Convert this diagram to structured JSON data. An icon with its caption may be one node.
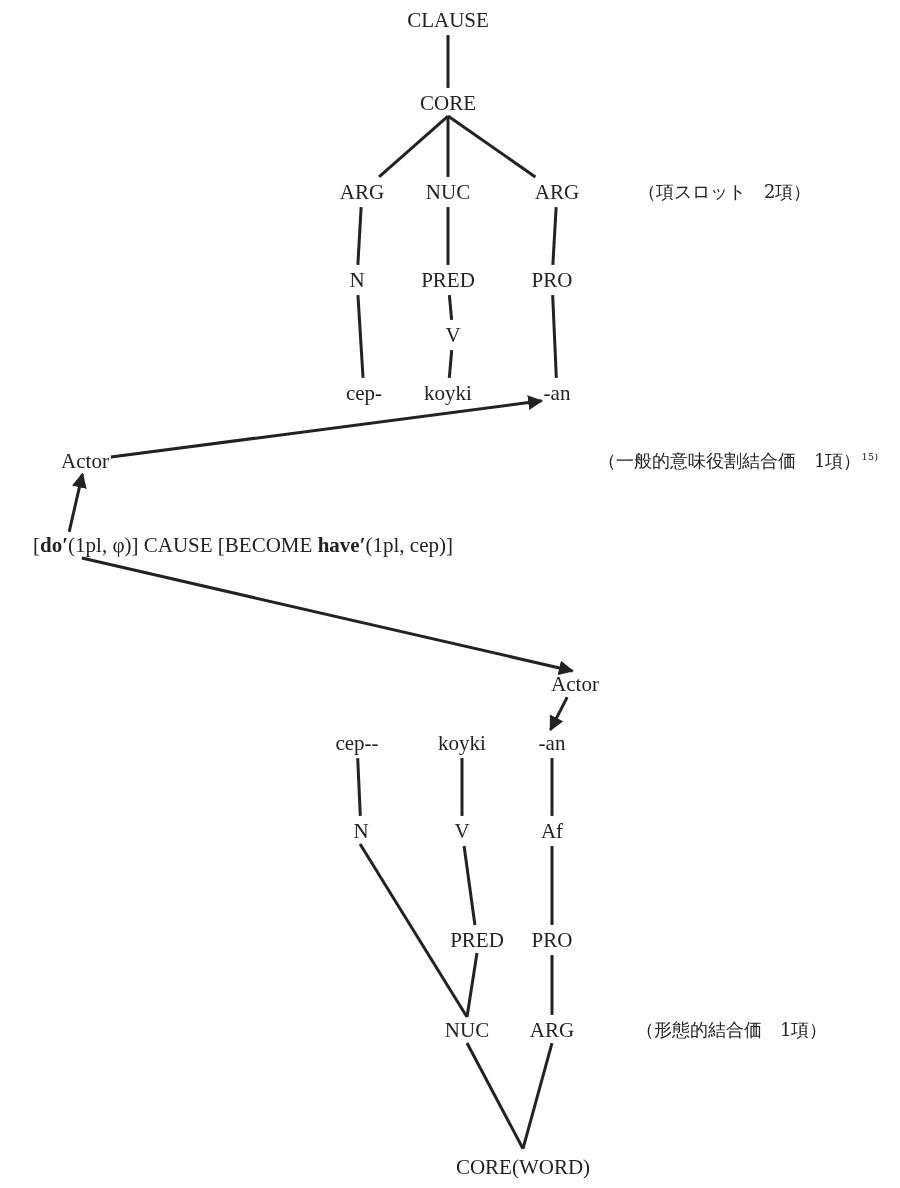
{
  "diagram": {
    "nodes": [
      {
        "text": [
          "CLAUSE"
        ]
      },
      {
        "text": [
          "CORE"
        ]
      },
      {
        "text": [
          "ARG"
        ]
      },
      {
        "text": [
          "NUC"
        ]
      },
      {
        "text": [
          "ARG"
        ]
      },
      {
        "text": [
          "N"
        ]
      },
      {
        "text": [
          "PRED"
        ]
      },
      {
        "text": [
          "PRO"
        ]
      },
      {
        "text": [
          "V"
        ]
      },
      {
        "text": [
          "cep-"
        ]
      },
      {
        "text": [
          "koyki"
        ]
      },
      {
        "text": [
          "-an"
        ]
      },
      {
        "text": [
          "Actor"
        ]
      },
      {
        "text": [
          "[**do′**(1pl, φ)] CAUSE [BECOME **have′**(1pl, cep)]"
        ]
      },
      {
        "text": [
          "Actor"
        ]
      },
      {
        "text": [
          "cep--"
        ]
      },
      {
        "text": [
          "koyki"
        ]
      },
      {
        "text": [
          "-an"
        ]
      },
      {
        "text": [
          "N"
        ]
      },
      {
        "text": [
          "V"
        ]
      },
      {
        "text": [
          "Af"
        ]
      },
      {
        "text": [
          "PRED"
        ]
      },
      {
        "text": [
          "PRO"
        ]
      },
      {
        "text": [
          "NUC"
        ]
      },
      {
        "text": [
          "ARG"
        ]
      },
      {
        "text": [
          "CORE(WORD)"
        ]
      }
    ],
    "edges": [
      {
        "from": 0,
        "to": 1,
        "arrow": "none"
      },
      {
        "from": 1,
        "to": 2,
        "arrow": "none"
      },
      {
        "from": 1,
        "to": 3,
        "arrow": "none"
      },
      {
        "from": 1,
        "to": 4,
        "arrow": "none"
      },
      {
        "from": 2,
        "to": 5,
        "arrow": "none"
      },
      {
        "from": 3,
        "to": 6,
        "arrow": "none"
      },
      {
        "from": 4,
        "to": 7,
        "arrow": "none"
      },
      {
        "from": 5,
        "to": 9,
        "arrow": "none"
      },
      {
        "from": 6,
        "to": 8,
        "arrow": "none"
      },
      {
        "from": 8,
        "to": 10,
        "arrow": "none"
      },
      {
        "from": 7,
        "to": 11,
        "arrow": "none"
      },
      {
        "from": 12,
        "to": 11,
        "arrow": "to"
      },
      {
        "from": 13,
        "to": 12,
        "arrow": "to"
      },
      {
        "from": 13,
        "to": 14,
        "arrow": "to"
      },
      {
        "from": 14,
        "to": 17,
        "arrow": "to"
      },
      {
        "from": 15,
        "to": 18,
        "arrow": "none"
      },
      {
        "from": 16,
        "to": 19,
        "arrow": "none"
      },
      {
        "from": 17,
        "to": 20,
        "arrow": "none"
      },
      {
        "from": 18,
        "to": 23,
        "arrow": "none"
      },
      {
        "from": 19,
        "to": 21,
        "arrow": "none"
      },
      {
        "from": 21,
        "to": 23,
        "arrow": "none"
      },
      {
        "from": 20,
        "to": 22,
        "arrow": "none"
      },
      {
        "from": 22,
        "to": 24,
        "arrow": "none"
      },
      {
        "from": 23,
        "to": 25,
        "arrow": "none"
      },
      {
        "from": 24,
        "to": 25,
        "arrow": "none"
      }
    ],
    "labels": [
      "（項スロット　2項）",
      "（一般的意味役割結合価　1項）$^{15)}$",
      "（形態的結合価　1項）"
    ]
  }
}
